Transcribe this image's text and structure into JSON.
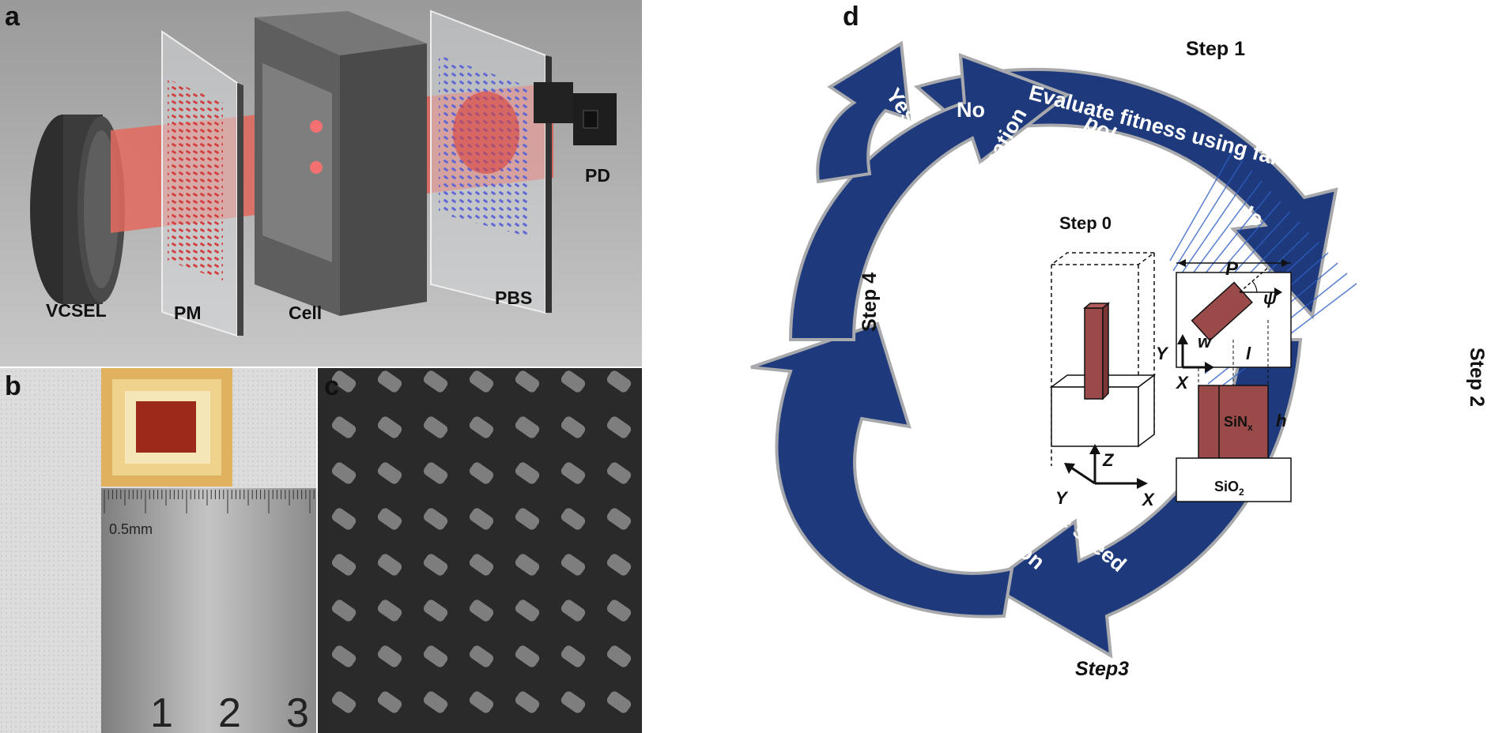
{
  "panels": {
    "a": {
      "letter": "a",
      "labels": {
        "vcsel": "VCSEL",
        "pm": "PM",
        "cell": "Cell",
        "pbs": "PBS",
        "pd": "PD"
      }
    },
    "b": {
      "letter": "b",
      "ruler": {
        "unit": "0.5mm",
        "n1": "1",
        "n2": "2",
        "n3": "3"
      }
    },
    "c": {
      "letter": "c"
    },
    "d": {
      "letter": "d",
      "steps": {
        "s1": "Step 1",
        "s2": "Step 2",
        "s3": "Step3",
        "s4": "Step 4"
      },
      "arrows": {
        "yes": "Yes",
        "no": "No",
        "evaluate1": "Evaluate fitness using far field",
        "evaluate2": "polarization module",
        "update_params": "Update parameters",
        "update_particle1": "Update particle speed",
        "update_particle2": "and location",
        "check1": "Check for termination",
        "check2": "condition"
      },
      "inner": {
        "step0": "Step 0",
        "P": "P",
        "psi": "ψ",
        "w": "w",
        "l": "l",
        "h": "h",
        "sinx": "SiN",
        "sinx_sub": "x",
        "sio2": "SiO",
        "sio2_sub": "2",
        "axis_x": "X",
        "axis_y": "Y",
        "axis_z": "Z"
      }
    }
  },
  "colors": {
    "arrow_blue": "#1e3a7c",
    "arrow_outline": "#a7a9ac",
    "beam_red": "#e0524a",
    "pillar": "#9b4a4a"
  }
}
